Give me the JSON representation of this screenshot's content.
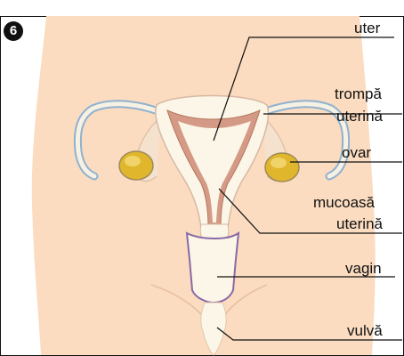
{
  "figure": {
    "badge": "6",
    "labels": {
      "uterus": "uter",
      "tube_line1": "trompă",
      "tube_line2": "uterină",
      "ovary": "ovar",
      "mucosa_line1": "mucoasă",
      "mucosa_line2": "uterină",
      "vagina": "vagin",
      "vulva": "vulvă"
    }
  },
  "colors": {
    "skin": "#fbdcc0",
    "uterus_fill": "#fbf6e7",
    "tube": "#8fb1cf",
    "ovary": "#e0b62c",
    "mucosa": "#d59a86",
    "vagina_outline": "#8a6aa6",
    "line": "#111111"
  }
}
